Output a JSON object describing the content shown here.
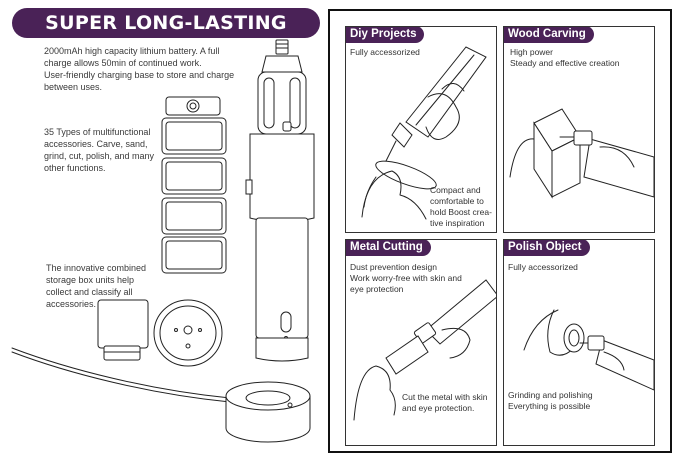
{
  "banner": {
    "title": "SUPER LONG-LASTING"
  },
  "features": {
    "battery": [
      "2000mAh high capacity lithium battery. A full",
      "charge allows 50min of continued work.",
      "User-friendly charging base to store and charge",
      "between uses."
    ],
    "accessories": [
      "35 Types of multifunctional",
      "accessories. Carve, sand,",
      "grind, cut, polish, and many",
      "other functions."
    ],
    "storage": [
      "The innovative combined",
      "storage box units help",
      "collect and classify all",
      "accessories."
    ]
  },
  "panels": {
    "diy": {
      "tag": "Diy Projects",
      "subtitle": "Fully accessorized",
      "note": [
        "Compact and",
        "comfortable to",
        "hold Boost crea-",
        "tive inspiration"
      ]
    },
    "wood": {
      "tag": "Wood Carving",
      "lines": [
        "High power",
        "Steady and effective creation"
      ]
    },
    "metal": {
      "tag": "Metal Cutting",
      "lines": [
        "Dust prevention design",
        "Work worry-free with skin and",
        "eye protection"
      ],
      "note": [
        "Cut the metal with skin",
        "and eye protection."
      ]
    },
    "polish": {
      "tag": "Polish Object",
      "subtitle": "Fully accessorized",
      "note": [
        "Grinding and polishing",
        "Everything is possible"
      ]
    }
  },
  "colors": {
    "brand": "#4a2257",
    "ink": "#222222"
  }
}
